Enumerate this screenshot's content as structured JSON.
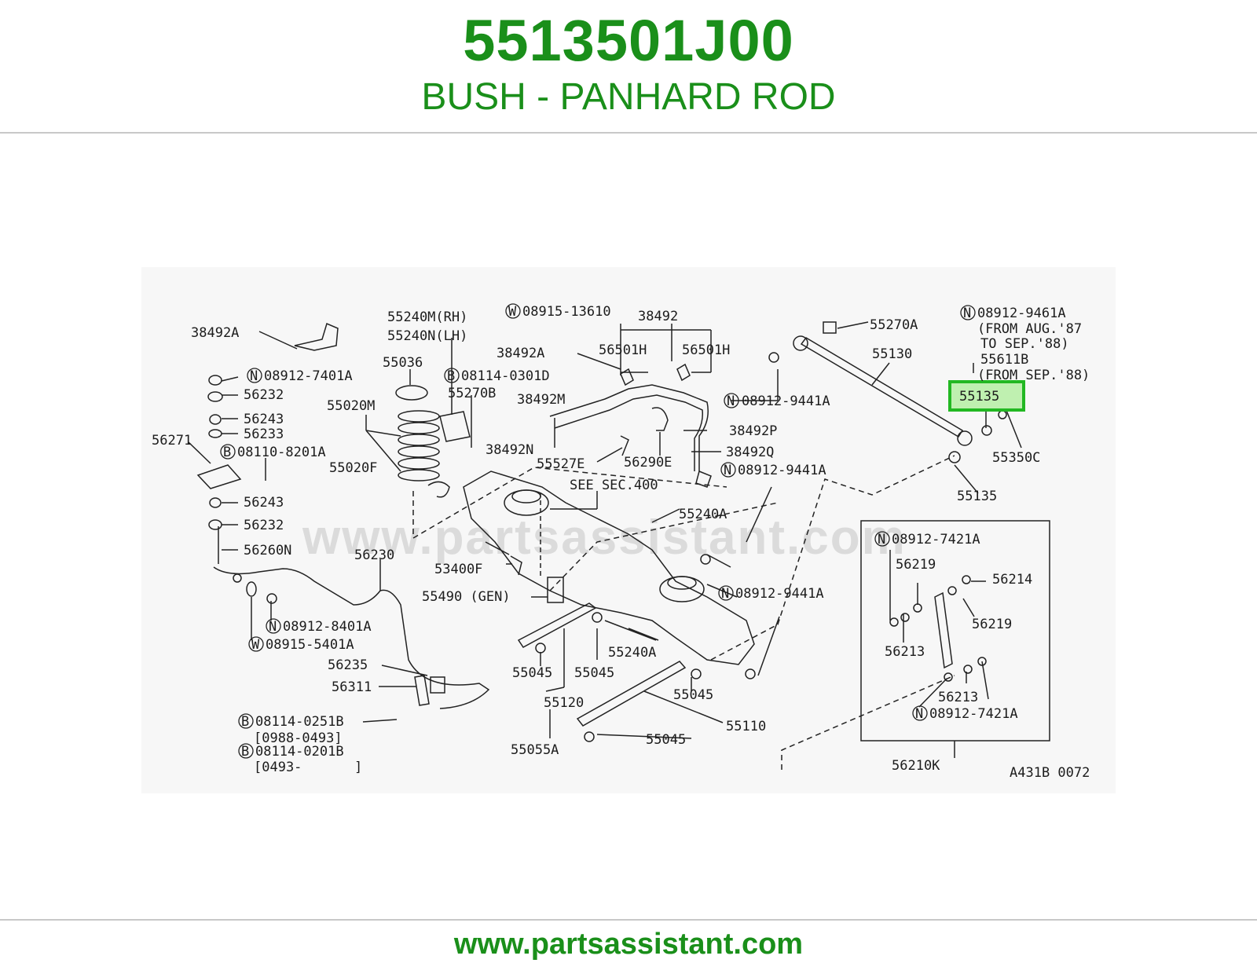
{
  "header": {
    "part_number": "5513501J00",
    "part_name": "BUSH - PANHARD ROD"
  },
  "diagram": {
    "watermark": "www.partsassistant.com",
    "highlighted_label": "55135",
    "code": "A431B 0072",
    "labels": {
      "l_38492A_top": "38492A",
      "l_55240M": "55240M(RH)",
      "l_55240N": "55240N(LH)",
      "l_w08915_13610": "08915-13610",
      "l_38492_top": "38492",
      "l_n08912_9461A": "08912-9461A",
      "l_from_aug87": "(FROM AUG.'87",
      "l_to_sep88": "TO SEP.'88)",
      "l_55611B": "55611B",
      "l_from_sep88": "(FROM SEP.'88)",
      "l_55270A": "55270A",
      "l_55130": "55130",
      "l_38492A_mid": "38492A",
      "l_56501H_a": "56501H",
      "l_56501H_b": "56501H",
      "l_n08912_7401A": "08912-7401A",
      "l_55036": "55036",
      "l_b08114_0301D": "08114-0301D",
      "l_56232_a": "56232",
      "l_55270B": "55270B",
      "l_38492M": "38492M",
      "l_n08912_9441A_a": "08912-9441A",
      "l_55020M": "55020M",
      "l_56243_a": "56243",
      "l_56233": "56233",
      "l_38492P": "38492P",
      "l_38492Q": "38492Q",
      "l_56271": "56271",
      "l_b08110_8201A": "08110-8201A",
      "l_38492N": "38492N",
      "l_55527E": "55527E",
      "l_56290E": "56290E",
      "l_55350C": "55350C",
      "l_55020F": "55020F",
      "l_n08912_9441A_b": "08912-9441A",
      "l_see_sec400": "SEE SEC.400",
      "l_55135_b": "55135",
      "l_56243_b": "56243",
      "l_55240A_a": "55240A",
      "l_56232_b": "56232",
      "l_n08912_7421A_a": "08912-7421A",
      "l_56260N": "56260N",
      "l_56230": "56230",
      "l_53400F": "53400F",
      "l_56219_a": "56219",
      "l_56214": "56214",
      "l_55490": "55490 (GEN)",
      "l_n08912_9441A_c": "08912-9441A",
      "l_n08912_8401A": "08912-8401A",
      "l_56219_b": "56219",
      "l_w08915_5401A": "08915-5401A",
      "l_55240A_b": "55240A",
      "l_56213_a": "56213",
      "l_56235": "56235",
      "l_55045_a": "55045",
      "l_55045_b": "55045",
      "l_56311": "56311",
      "l_55045_c": "55045",
      "l_56213_b": "56213",
      "l_55120": "55120",
      "l_n08912_7421A_b": "08912-7421A",
      "l_b08114_0251B": "08114-0251B",
      "l_55110": "55110",
      "l_0988_0493": "[0988-0493]",
      "l_55045_d": "55045",
      "l_55055A": "55055A",
      "l_b08114_0201B": "08114-0201B",
      "l_56210K": "56210K",
      "l_0493": "[0493-",
      "l_bracket_close": "]"
    },
    "circle_marks": {
      "m1": "W",
      "m2": "N",
      "m3": "N",
      "m4": "B",
      "m5": "N",
      "m6": "B",
      "m7": "N",
      "m8": "N",
      "m9": "N",
      "m10": "N",
      "m11": "W",
      "m12": "N",
      "m13": "B",
      "m14": "B"
    }
  },
  "footer": {
    "url": "www.partsassistant.com"
  },
  "colors": {
    "brand_green": "#1a8f1a",
    "highlight_fill": "#bff0b0",
    "highlight_border": "#22b822"
  }
}
